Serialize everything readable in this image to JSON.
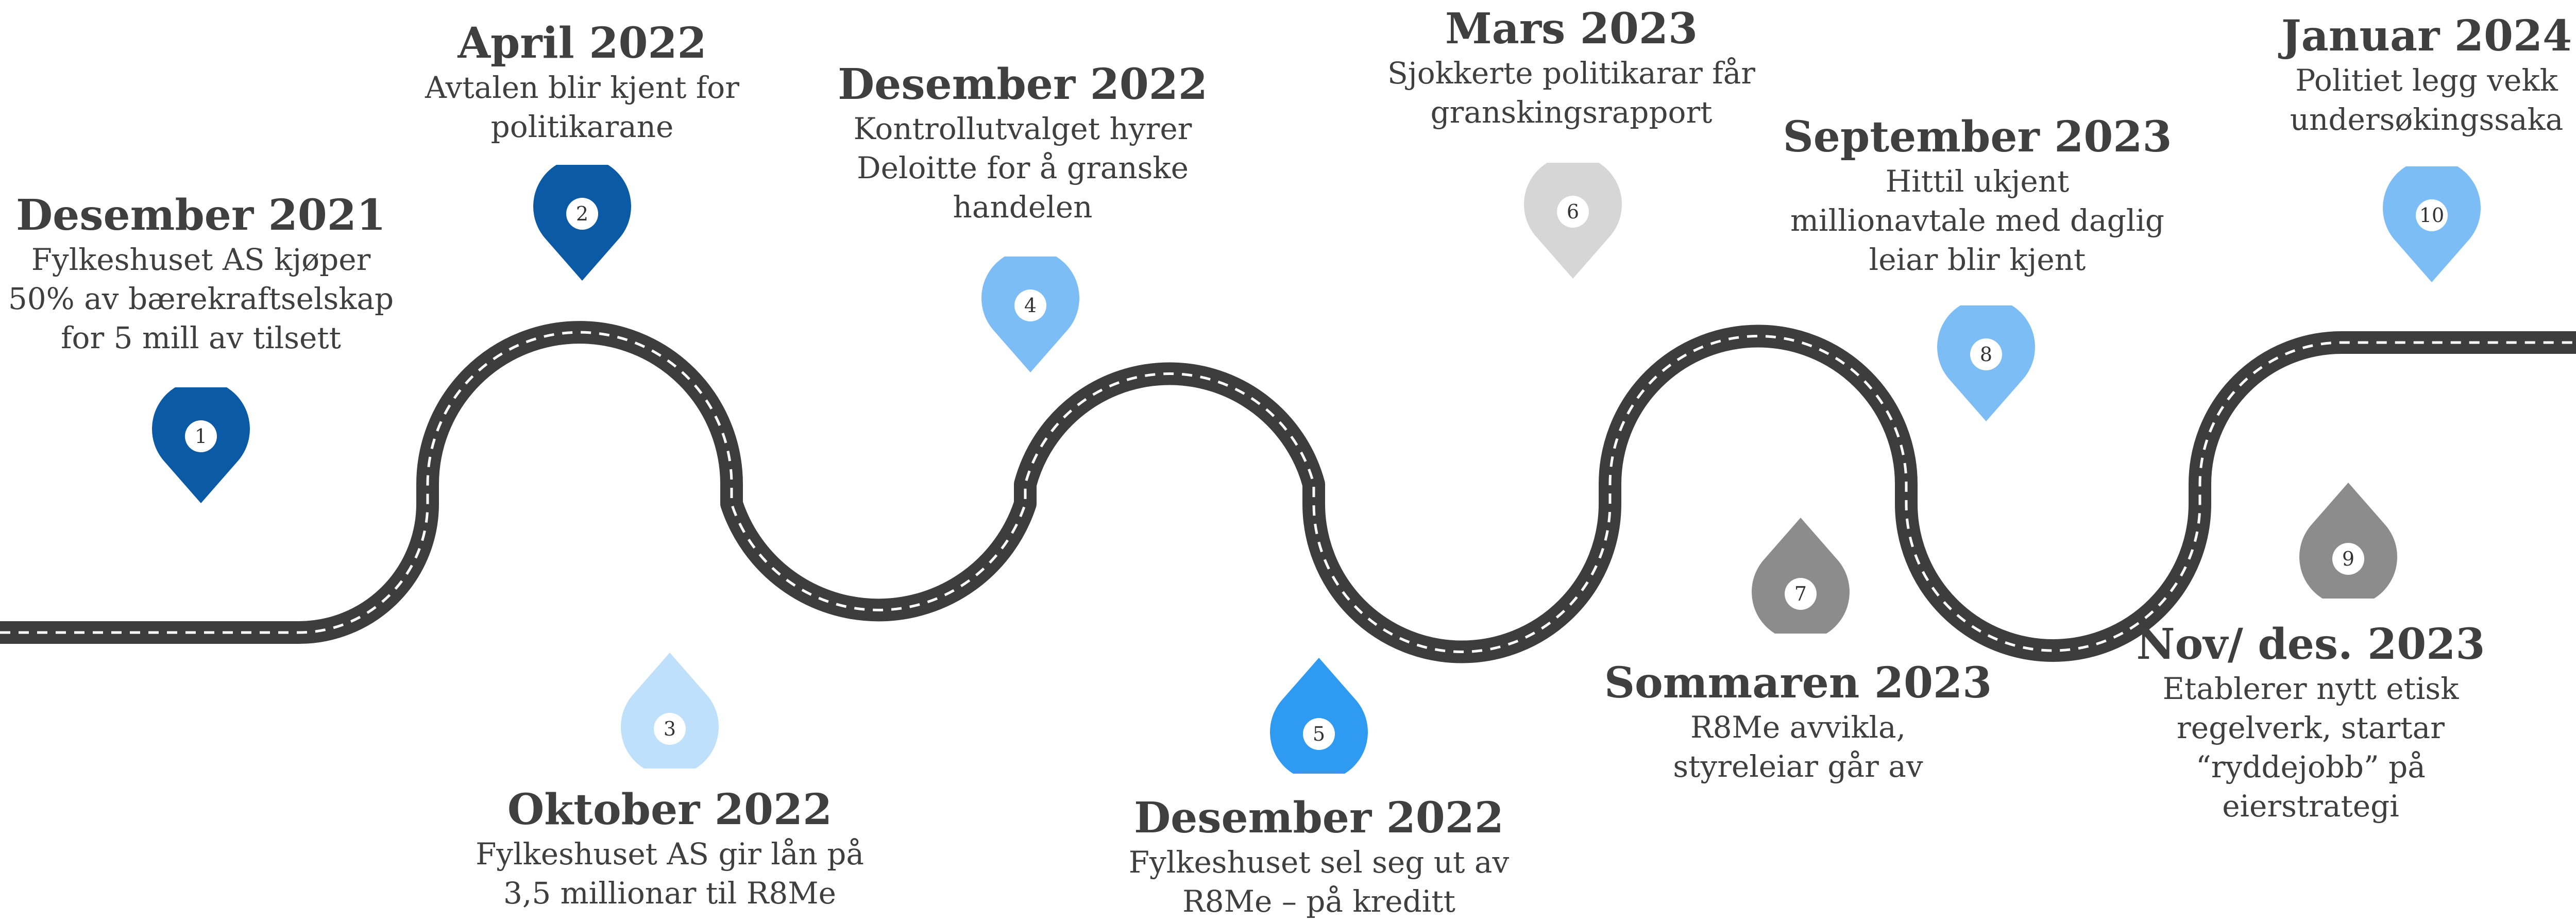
{
  "colors": {
    "road": "#3d3d3d",
    "road_dash": "#ffffff",
    "dark_blue": "#0b5aa5",
    "mid_blue": "#7cbdf6",
    "light_blue": "#bfe0fb",
    "bright_blue": "#2f9af2",
    "light_gray": "#d6d6d6",
    "mid_gray": "#8c8c8c",
    "text": "#3f3f3f"
  },
  "events": [
    {
      "number": "1",
      "date": "Desember 2021",
      "text": "Fylkeshuset AS kjøper\n50% av bærekraftselskap\nfor 5 mill av tilsett",
      "pin_color": "#0b5aa5",
      "pin_icon": "map-pin-icon"
    },
    {
      "number": "2",
      "date": "April 2022",
      "text": "Avtalen blir kjent for\npolitikarane",
      "pin_color": "#0b5aa5",
      "pin_icon": "map-pin-icon"
    },
    {
      "number": "3",
      "date": "Oktober 2022",
      "text": "Fylkeshuset AS gir lån på\n3,5 millionar til R8Me",
      "pin_color": "#bfe0fb",
      "pin_icon": "map-pin-icon"
    },
    {
      "number": "4",
      "date": "Desember 2022",
      "text": "Kontrollutvalget hyrer\nDeloitte for å granske\nhandelen",
      "pin_color": "#7cbdf6",
      "pin_icon": "map-pin-icon"
    },
    {
      "number": "5",
      "date": "Desember 2022",
      "text": "Fylkeshuset sel seg ut av\nR8Me – på kreditt",
      "pin_color": "#2f9af2",
      "pin_icon": "map-pin-icon"
    },
    {
      "number": "6",
      "date": "Mars 2023",
      "text": "Sjokkerte politikarar får\ngranskingsrapport",
      "pin_color": "#d6d6d6",
      "pin_icon": "map-pin-icon"
    },
    {
      "number": "7",
      "date": "Sommaren 2023",
      "text": "R8Me avvikla,\nstyreleiar går av",
      "pin_color": "#8c8c8c",
      "pin_icon": "map-pin-icon"
    },
    {
      "number": "8",
      "date": "September 2023",
      "text": "Hittil ukjent\nmillionavtale med daglig\nleiar blir kjent",
      "pin_color": "#7cbdf6",
      "pin_icon": "map-pin-icon"
    },
    {
      "number": "9",
      "date": "Nov/ des. 2023",
      "text": "Etablerer nytt etisk\nregelverk, startar\n“ryddejobb” på eierstrategi",
      "pin_color": "#8c8c8c",
      "pin_icon": "map-pin-icon"
    },
    {
      "number": "10",
      "date": "Januar 2024",
      "text": "Politiet legg vekk\nundersøkingssaka",
      "pin_color": "#7cbdf6",
      "pin_icon": "map-pin-icon"
    }
  ]
}
